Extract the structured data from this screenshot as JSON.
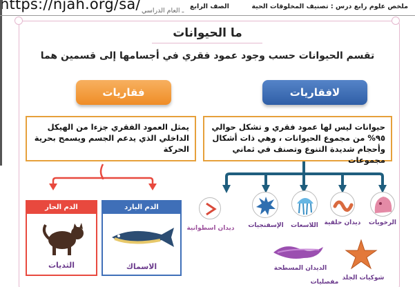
{
  "header": {
    "url": "https://njah.org/sa/",
    "grade": "الصف الرابع",
    "doc_title": "ملخص علوم رابع  درس : تصنيف المخلوقات الحية",
    "truncated_center": "ـ العام الدراسي"
  },
  "main": {
    "title": "ما الحيوانات",
    "subtitle": "تقسم الحيوانات حسب وجود عمود فقري في أجسامها إلى قسمين هما"
  },
  "vertebrates": {
    "label": "فقاريات",
    "description": "يمثل العمود الفقري جزءا من الهيكل الداخلي الذي يدعم الجسم ويسمح بحرية الحركة",
    "warm_label": "الدم الحار",
    "cold_label": "الدم البارد",
    "mammals": "الثديات",
    "fish": "الاسماك"
  },
  "invertebrates": {
    "label": "لافقاريات",
    "description": "حيوانات ليس لها عمود فقري و تشكل حوالي ٩٥% من مجموع الحيوانات ، وهي ذات أشكال وأحجام شديدة التنوع  وتصنف في ثماني مجموعات",
    "groups": {
      "mollusks": "الرخويات",
      "annelids": "ديدان حلقية",
      "cnidarians": "اللاسعات",
      "sponges": "الإسفنجيات",
      "roundworms": "ديدان اسطوانية",
      "echinoderms": "شوكيات الجلد",
      "arthropods": "مفصليات",
      "flatworms": "الديدان المسطحة"
    }
  },
  "colors": {
    "orange": "#f29a38",
    "blue": "#3f6fb8",
    "red": "#e8493e",
    "border": "#e5b8cf",
    "connector": "#1f5e7e"
  }
}
